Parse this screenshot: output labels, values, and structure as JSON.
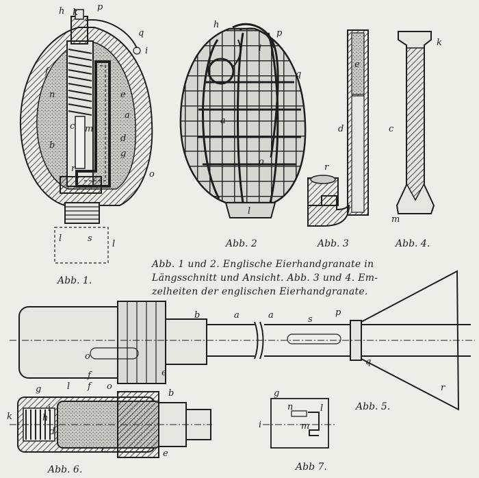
{
  "captions": {
    "abb1": "Abb. 1.",
    "abb2": "Abb. 2",
    "abb3": "Abb. 3",
    "abb4": "Abb. 4.",
    "abb5": "Abb. 5.",
    "abb6": "Abb. 6.",
    "abb7": "Abb 7."
  },
  "description": {
    "line1": "Abb. 1 und 2.  Englische Eierhandgranate in",
    "line2": "Längsschnitt und Ansicht.  Abb. 3 und 4.  Em-",
    "line3": "zelheiten der englischen Eierhandgranate."
  },
  "labels": {
    "fig1": [
      "h",
      "k",
      "p",
      "q",
      "i",
      "f",
      "n",
      "c",
      "m",
      "e",
      "a",
      "b",
      "d",
      "g",
      "r",
      "o",
      "l",
      "s",
      "l"
    ],
    "fig2": [
      "h",
      "p",
      "i",
      "q",
      "a",
      "o",
      "l"
    ],
    "fig3": [
      "e",
      "d",
      "r"
    ],
    "fig4": [
      "k",
      "c",
      "m"
    ],
    "fig5": [
      "b",
      "a",
      "a",
      "s",
      "p",
      "o",
      "e",
      "f",
      "q",
      "r"
    ],
    "fig6": [
      "g",
      "l",
      "f",
      "o",
      "b",
      "k",
      "h",
      "i",
      "d",
      "c",
      "e"
    ],
    "fig7": [
      "g",
      "n",
      "l",
      "i",
      "m"
    ]
  }
}
